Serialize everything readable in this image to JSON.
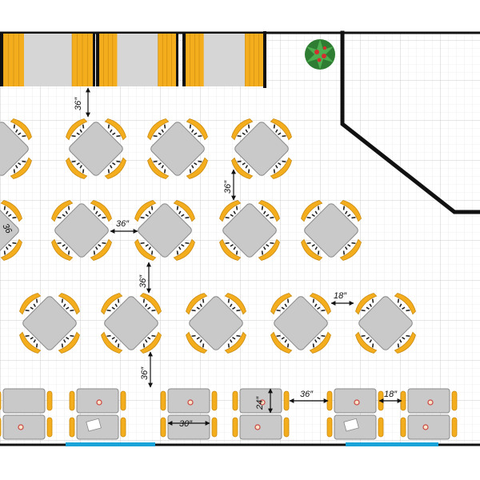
{
  "plan": {
    "title": "",
    "colors": {
      "wall": "#111111",
      "chair": "#f4ad1c",
      "chair_dark": "#c98a10",
      "table": "#c9c9c9",
      "table_edge": "#8a8a8a",
      "booth_yellow": "#f4ad1c",
      "booth_gray": "#d6d6d6",
      "window": "#1aa3d8",
      "grid_minor": "#e2e2e2",
      "grid_major": "#c4c4c4",
      "plant": "#2e7d32",
      "plant_flower": "#d32f2f"
    },
    "dimensions": {
      "booth_to_tables": "36″",
      "row1_vertical": "36″",
      "row2_gap": "36″",
      "row2_left_partial": "36",
      "rows_2_3_vertical": "36″",
      "row3_gap": "18″",
      "row3_to_twotops": "36″",
      "twotop_depth": "24″",
      "twotop_width": "30″",
      "twotop_gap_a": "36″",
      "twotop_gap_b": "18″"
    },
    "icons": {
      "plant": "potted-plant-icon",
      "menu_card": "menu-card-icon",
      "cup": "cup-icon"
    }
  }
}
